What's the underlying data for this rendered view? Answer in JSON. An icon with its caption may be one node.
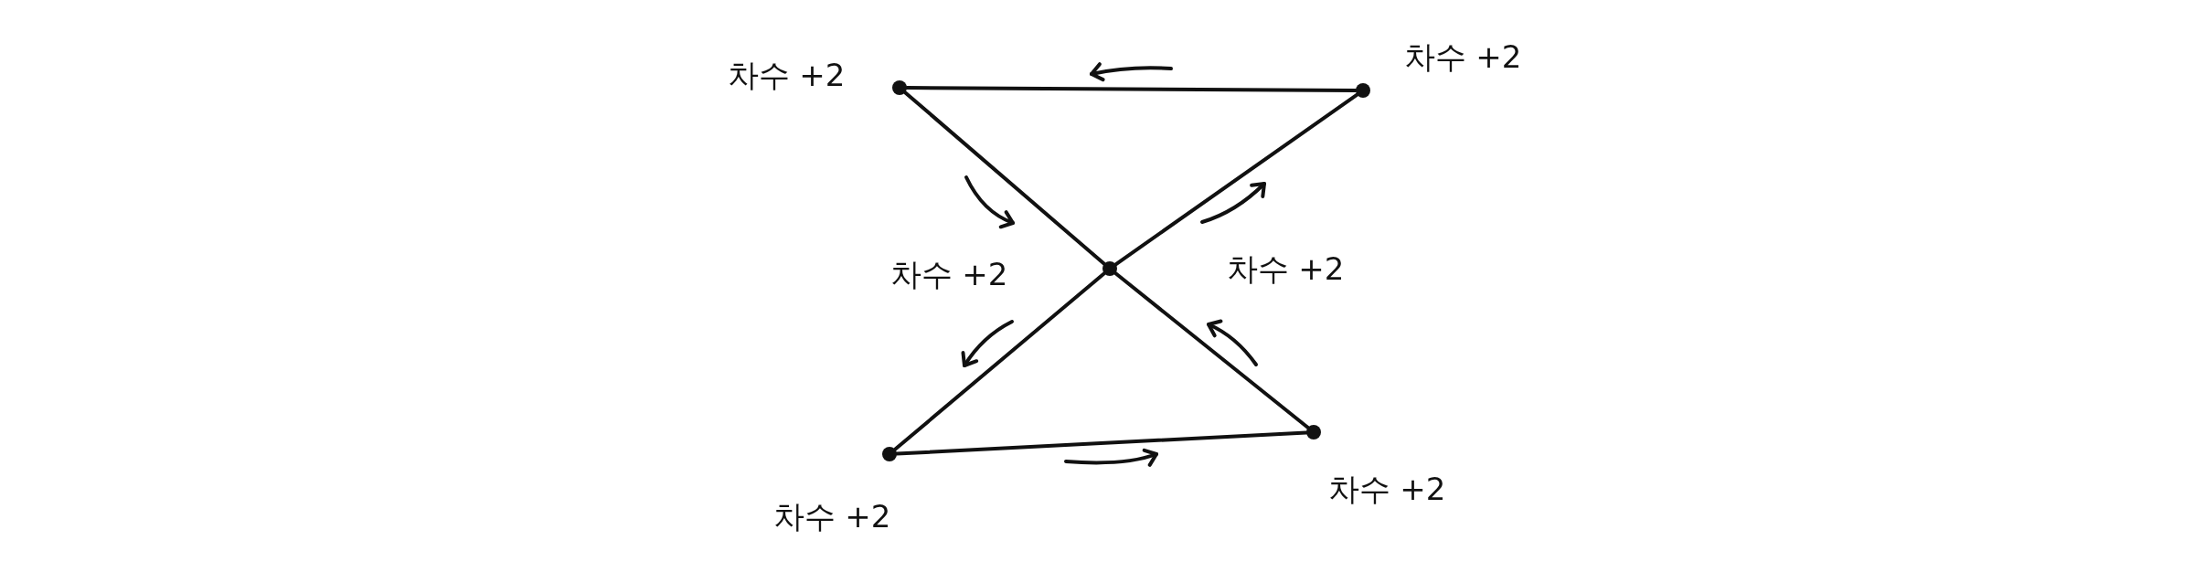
{
  "diagram": {
    "nodes": [
      {
        "text": [],
        "shape": "circle",
        "beside": [
          "차수 +2"
        ]
      },
      {
        "text": [],
        "shape": "circle",
        "beside": [
          "차수 +2"
        ]
      },
      {
        "text": [],
        "shape": "circle",
        "beside": [
          "차수 +2",
          "차수 +2"
        ]
      },
      {
        "text": [],
        "shape": "circle",
        "beside": [
          "차수 +2"
        ]
      },
      {
        "text": [],
        "shape": "circle",
        "beside": [
          "차수 +2"
        ]
      }
    ],
    "edges": [
      {
        "from": 0,
        "to": 1,
        "arrow": "none"
      },
      {
        "from": 0,
        "to": 2,
        "arrow": "none"
      },
      {
        "from": 2,
        "to": 1,
        "arrow": "none"
      },
      {
        "from": 2,
        "to": 3,
        "arrow": "none"
      },
      {
        "from": 3,
        "to": 4,
        "arrow": "none"
      },
      {
        "from": 4,
        "to": 2,
        "arrow": "none"
      }
    ]
  }
}
